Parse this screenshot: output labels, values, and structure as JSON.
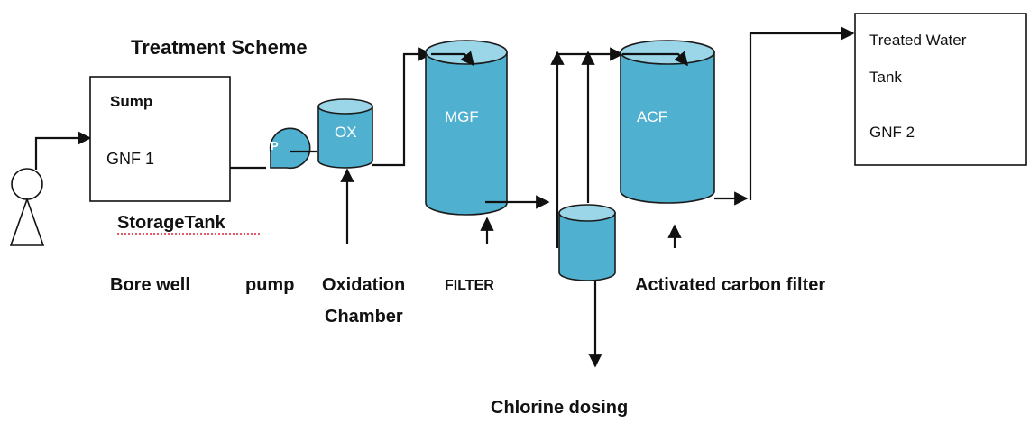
{
  "diagram": {
    "title": "Treatment Scheme",
    "storage_tank": {
      "label_top": "Sump",
      "label_mid": "GNF 1",
      "caption": "StorageTank"
    },
    "pump_symbol": "P",
    "oxidation_tank": "OX",
    "mgf_tank": "MGF",
    "acf_tank": "ACF",
    "treated_tank": {
      "line1": "Treated Water",
      "line2": "Tank",
      "line3": "GNF 2"
    },
    "captions": {
      "bore_well": "Bore well",
      "pump": "pump",
      "oxidation_line1": "Oxidation",
      "oxidation_line2": "Chamber",
      "filter": "FILTER",
      "activated_carbon": "Activated carbon filter",
      "chlorine": "Chlorine dosing"
    },
    "colors": {
      "tank_fill": "#4fb0cf",
      "tank_top": "#9ad6e8",
      "line": "#111111"
    }
  }
}
